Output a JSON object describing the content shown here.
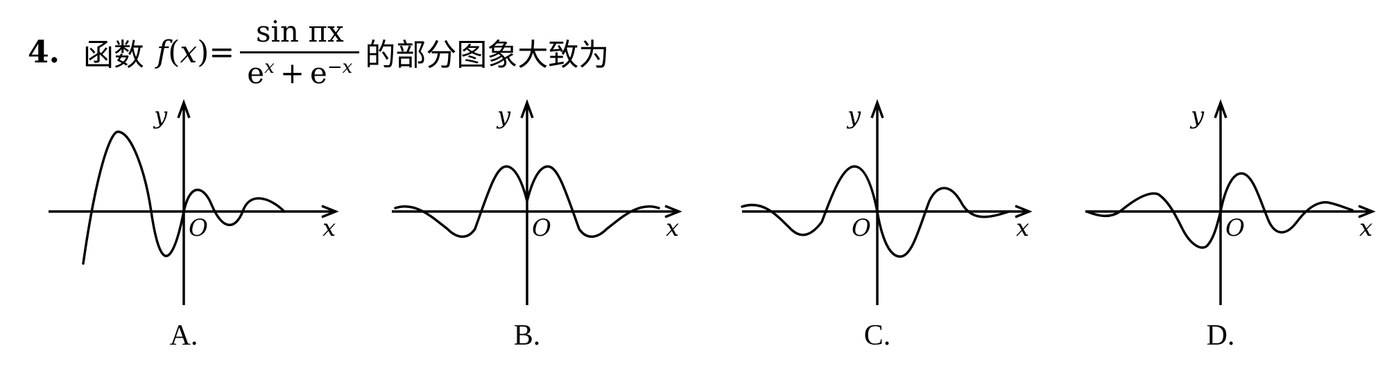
{
  "question": {
    "number": "4.",
    "prefix": "函数",
    "func": "f",
    "open": "(",
    "var": "x",
    "close": ")",
    "eq": "=",
    "numerator": "sin πx",
    "den_e1": "e",
    "den_exp1": "x",
    "den_plus": "+",
    "den_e2": "e",
    "den_exp2": "−x",
    "suffix": "的部分图象大致为"
  },
  "graphs": [
    {
      "label": "A.",
      "y_axis": "y",
      "x_axis": "x",
      "origin": "O",
      "shape": "large-left-peak"
    },
    {
      "label": "B.",
      "y_axis": "y",
      "x_axis": "x",
      "origin": "O",
      "shape": "even-symmetric"
    },
    {
      "label": "C.",
      "y_axis": "y",
      "x_axis": "x",
      "origin": "O",
      "shape": "negative-odd"
    },
    {
      "label": "D.",
      "y_axis": "y",
      "x_axis": "x",
      "origin": "O",
      "shape": "positive-odd"
    }
  ]
}
